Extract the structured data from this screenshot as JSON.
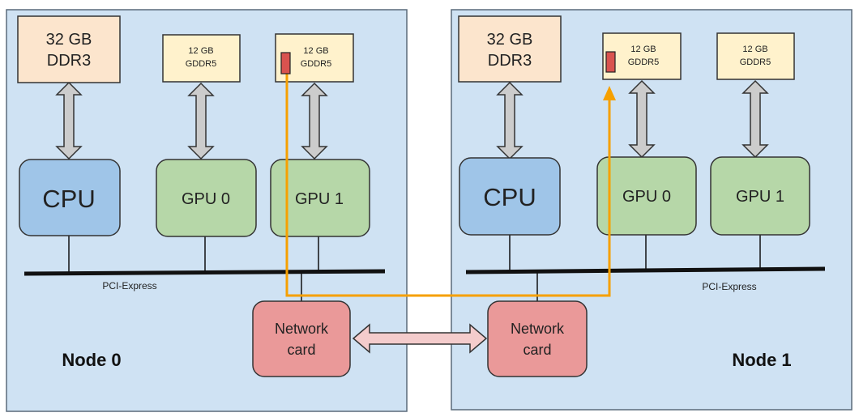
{
  "node0": {
    "label": "Node 0",
    "ram": {
      "line1": "32 GB",
      "line2": "DDR3"
    },
    "gpu_mem_0": {
      "line1": "12 GB",
      "line2": "GDDR5"
    },
    "gpu_mem_1": {
      "line1": "12 GB",
      "line2": "GDDR5"
    },
    "cpu": "CPU",
    "gpu0": "GPU 0",
    "gpu1": "GPU 1",
    "bus": "PCI-Express",
    "nic": {
      "line1": "Network",
      "line2": "card"
    }
  },
  "node1": {
    "label": "Node 1",
    "ram": {
      "line1": "32 GB",
      "line2": "DDR3"
    },
    "gpu_mem_0": {
      "line1": "12 GB",
      "line2": "GDDR5"
    },
    "gpu_mem_1": {
      "line1": "12 GB",
      "line2": "GDDR5"
    },
    "cpu": "CPU",
    "gpu0": "GPU 0",
    "gpu1": "GPU 1",
    "bus": "PCI-Express",
    "nic": {
      "line1": "Network",
      "line2": "card"
    }
  },
  "colors": {
    "panel": "#cfe2f3",
    "ram": "#fce5cd",
    "gpu_memory": "#fff2cc",
    "cpu": "#9fc5e8",
    "gpu": "#b6d7a8",
    "network_card": "#ea9999",
    "transfer_path": "#f6a000",
    "data_marker": "#d9534f"
  }
}
